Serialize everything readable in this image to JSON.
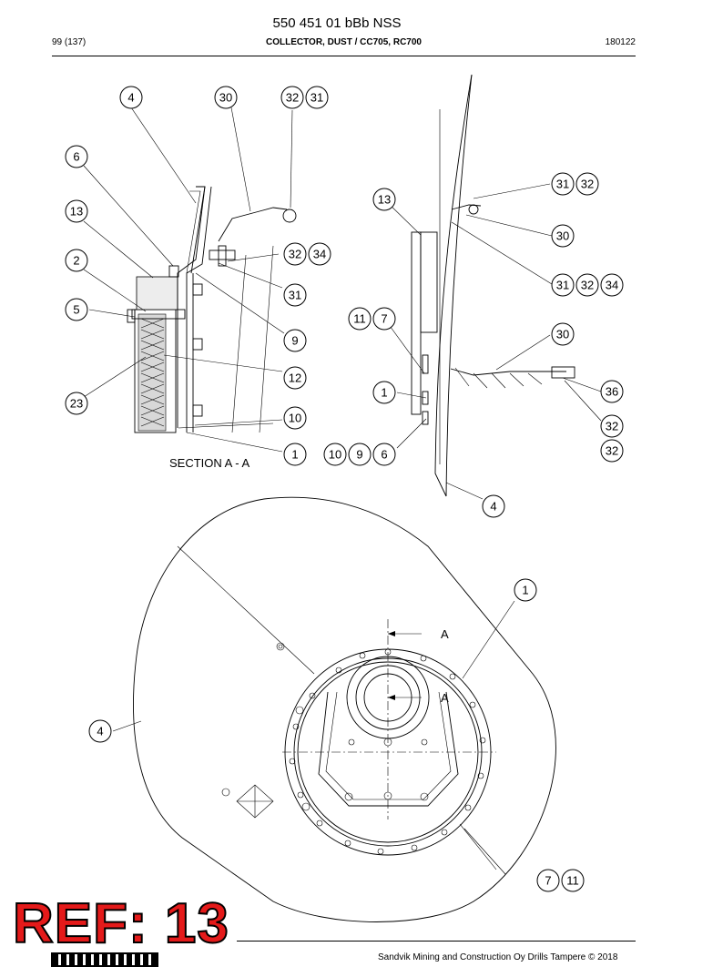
{
  "header": {
    "doc_number": "550 451 01 bBb NSS",
    "page": "99 (137)",
    "title": "COLLECTOR, DUST / CC705, RC700",
    "date_code": "180122"
  },
  "section_label": "SECTION A - A",
  "section_marks": [
    "A",
    "A"
  ],
  "footer": {
    "copyright": "Sandvik Mining and Construction Oy Drills Tampere © 2018"
  },
  "overlay": {
    "ref_text": "REF: 13"
  },
  "callouts": {
    "b1": "4",
    "b2": "30",
    "b3": "32",
    "b4": "31",
    "b5": "6",
    "b6": "13",
    "b7": "2",
    "b8": "32",
    "b9": "34",
    "b10": "31",
    "b11": "5",
    "b12": "9",
    "b13": "23",
    "b14": "12",
    "b15": "10",
    "b16": "1",
    "r1": "13",
    "r2": "31",
    "r3": "32",
    "r4": "30",
    "r5": "31",
    "r6": "32",
    "r7": "34",
    "r8": "11",
    "r9": "7",
    "r10": "30",
    "r11": "1",
    "r12": "36",
    "r13": "32",
    "r14": "10",
    "r15": "9",
    "r16": "6",
    "r17": "32",
    "r18": "4",
    "p1": "1",
    "p2": "4",
    "p3": "7",
    "p4": "11"
  }
}
